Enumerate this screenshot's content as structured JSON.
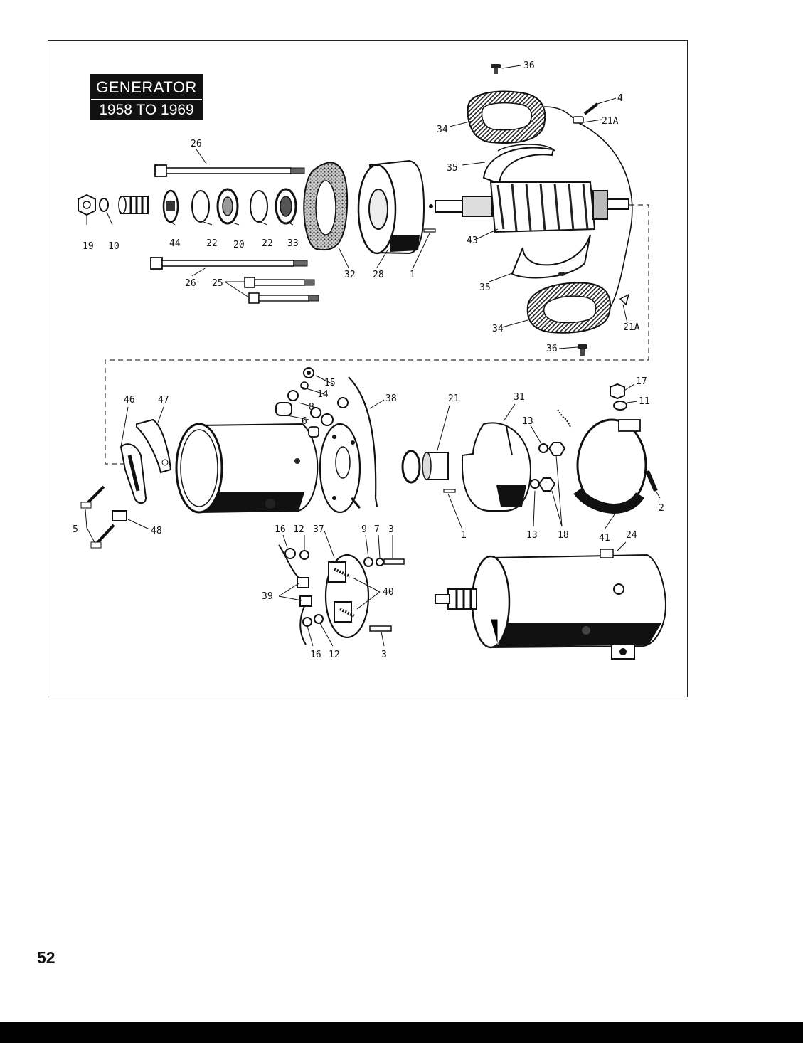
{
  "title": {
    "line1": "GENERATOR",
    "line2": "1958 TO 1969"
  },
  "page_number": "52",
  "callouts": {
    "c36a": "36",
    "c4": "4",
    "c21Aa": "21A",
    "c34a": "34",
    "c26a": "26",
    "c35a": "35",
    "c19": "19",
    "c10": "10",
    "c44": "44",
    "c22a": "22",
    "c20": "20",
    "c22b": "22",
    "c33": "33",
    "c43": "43",
    "c32": "32",
    "c28": "28",
    "c1a": "1",
    "c26b": "26",
    "c25": "25",
    "c35b": "35",
    "c34b": "34",
    "c21Ab": "21A",
    "c36b": "36",
    "c15": "15",
    "c14": "14",
    "c8": "8",
    "c6": "6",
    "c38": "38",
    "c46": "46",
    "c47": "47",
    "c21": "21",
    "c31": "31",
    "c17": "17",
    "c11": "11",
    "c13a": "13",
    "c13b": "13",
    "c18": "18",
    "c2": "2",
    "c5": "5",
    "c48": "48",
    "c16a": "16",
    "c12a": "12",
    "c37": "37",
    "c9": "9",
    "c7": "7",
    "c3a": "3",
    "c1b": "1",
    "c41": "41",
    "c24": "24",
    "c39": "39",
    "c40": "40",
    "c16b": "16",
    "c12b": "12",
    "c3b": "3"
  }
}
